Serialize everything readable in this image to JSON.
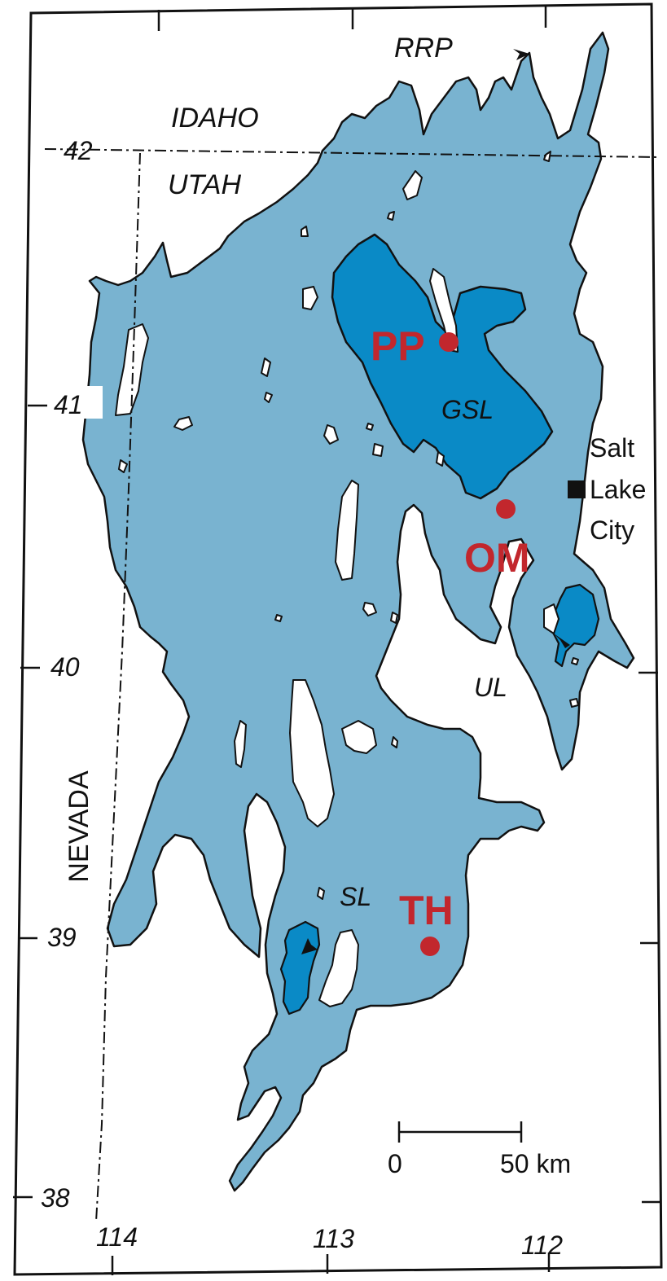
{
  "map": {
    "colors": {
      "lake_bonneville": "#79b3d0",
      "modern_lake": "#0a8ac6",
      "site_marker": "#c2272d",
      "outline": "#111111"
    },
    "regions": {
      "idaho": "IDAHO",
      "utah": "UTAH",
      "nevada": "NEVADA",
      "rrp": "RRP"
    },
    "lakes": {
      "gsl": "GSL",
      "ul": "UL",
      "sl": "SL"
    },
    "sites": {
      "pp": "PP",
      "om": "OM",
      "th": "TH"
    },
    "city": {
      "line1": "Salt",
      "line2": "Lake",
      "line3": "City"
    },
    "latitudes": [
      "42",
      "41",
      "40",
      "39",
      "38"
    ],
    "longitudes": [
      "114",
      "113",
      "112"
    ],
    "scale_bar": {
      "start": "0",
      "end": "50 km"
    }
  }
}
